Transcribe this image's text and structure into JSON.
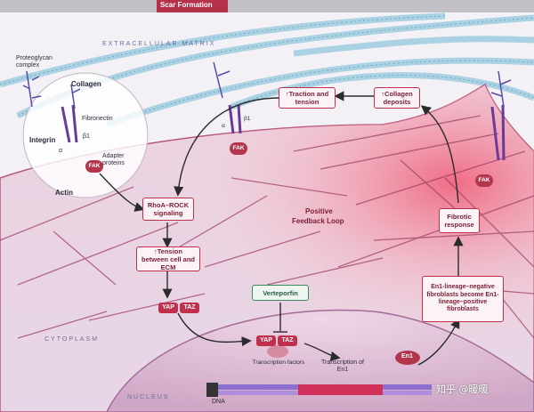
{
  "header": {
    "title": "Scar Formation"
  },
  "regions": {
    "extracellular": "EXTRACELLULAR MATRIX",
    "cytoplasm": "CYTOPLASM",
    "nucleus": "NUCLEUS"
  },
  "inset": {
    "proteoglycan": "Proteoglycan complex",
    "collagen": "Collagen",
    "fibronectin": "Fibronectin",
    "integrin": "Integrin",
    "beta1": "β1",
    "alpha": "α",
    "adapter": "Adapter proteins",
    "fak": "FAK",
    "actin": "Actin"
  },
  "membrane": {
    "alpha": "α",
    "beta1": "β1",
    "fak": "FAK",
    "fak_right": "FAK"
  },
  "boxes": {
    "traction": "↑Traction and tension",
    "collagen_deposits": "↑Collagen deposits",
    "rhoa": "RhoA–ROCK signaling",
    "tension_ecm": "↑Tension between cell and ECM",
    "fibrotic": "Fibrotic response",
    "verteporfin": "Verteporfin",
    "en1_shift": "En1-lineage–negative fibroblasts become En1-lineage–positive fibroblasts"
  },
  "loop": {
    "line1": "Positive",
    "line2": "Feedback Loop"
  },
  "molecules": {
    "yap": "YAP",
    "taz": "TAZ",
    "yap_n": "YAP",
    "taz_n": "TAZ",
    "en1": "En1"
  },
  "nucleus_labels": {
    "tf": "Transcription factors",
    "transcription": "Transcription of En1",
    "dna": "DNA"
  },
  "watermark": "知乎 @暖暖",
  "colors": {
    "accent": "#c0304d",
    "nucleus": "#d9b8d0",
    "fibers": "#a8d4e2"
  }
}
